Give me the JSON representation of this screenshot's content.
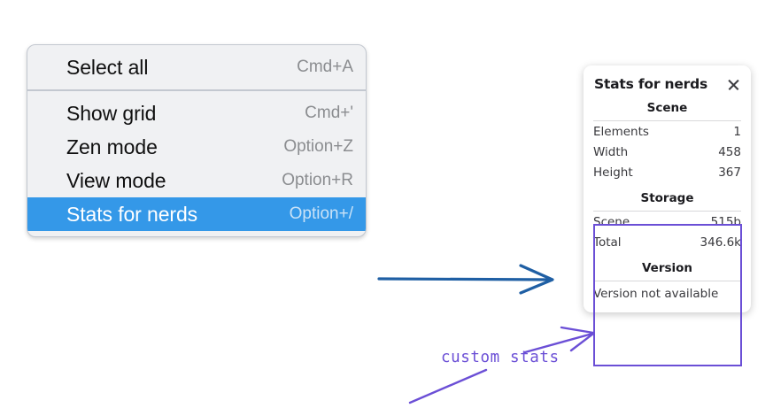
{
  "context_menu": {
    "groups": [
      {
        "items": [
          {
            "label": "Select all",
            "shortcut": "Cmd+A",
            "selected": false
          }
        ]
      },
      {
        "items": [
          {
            "label": "Show grid",
            "shortcut": "Cmd+'",
            "selected": false
          },
          {
            "label": "Zen mode",
            "shortcut": "Option+Z",
            "selected": false
          },
          {
            "label": "View mode",
            "shortcut": "Option+R",
            "selected": false
          },
          {
            "label": "Stats for nerds",
            "shortcut": "Option+/",
            "selected": true
          }
        ]
      }
    ],
    "highlight_color": "#3498e8",
    "background_color": "#f0f1f3"
  },
  "stats_panel": {
    "title": "Stats for nerds",
    "close_icon": "close-icon",
    "sections": [
      {
        "heading": "Scene",
        "rows": [
          {
            "key": "Elements",
            "value": "1"
          },
          {
            "key": "Width",
            "value": "458"
          },
          {
            "key": "Height",
            "value": "367"
          }
        ]
      },
      {
        "heading": "Storage",
        "rows": [
          {
            "key": "Scene",
            "value": "515b"
          },
          {
            "key": "Total",
            "value": "346.6k"
          }
        ]
      },
      {
        "heading": "Version",
        "single_line": "Version not available"
      }
    ]
  },
  "annotations": {
    "custom_stats_label": "custom stats",
    "purple_color": "#6b4fd6",
    "blue_arrow_color": "#1f5fa4"
  }
}
